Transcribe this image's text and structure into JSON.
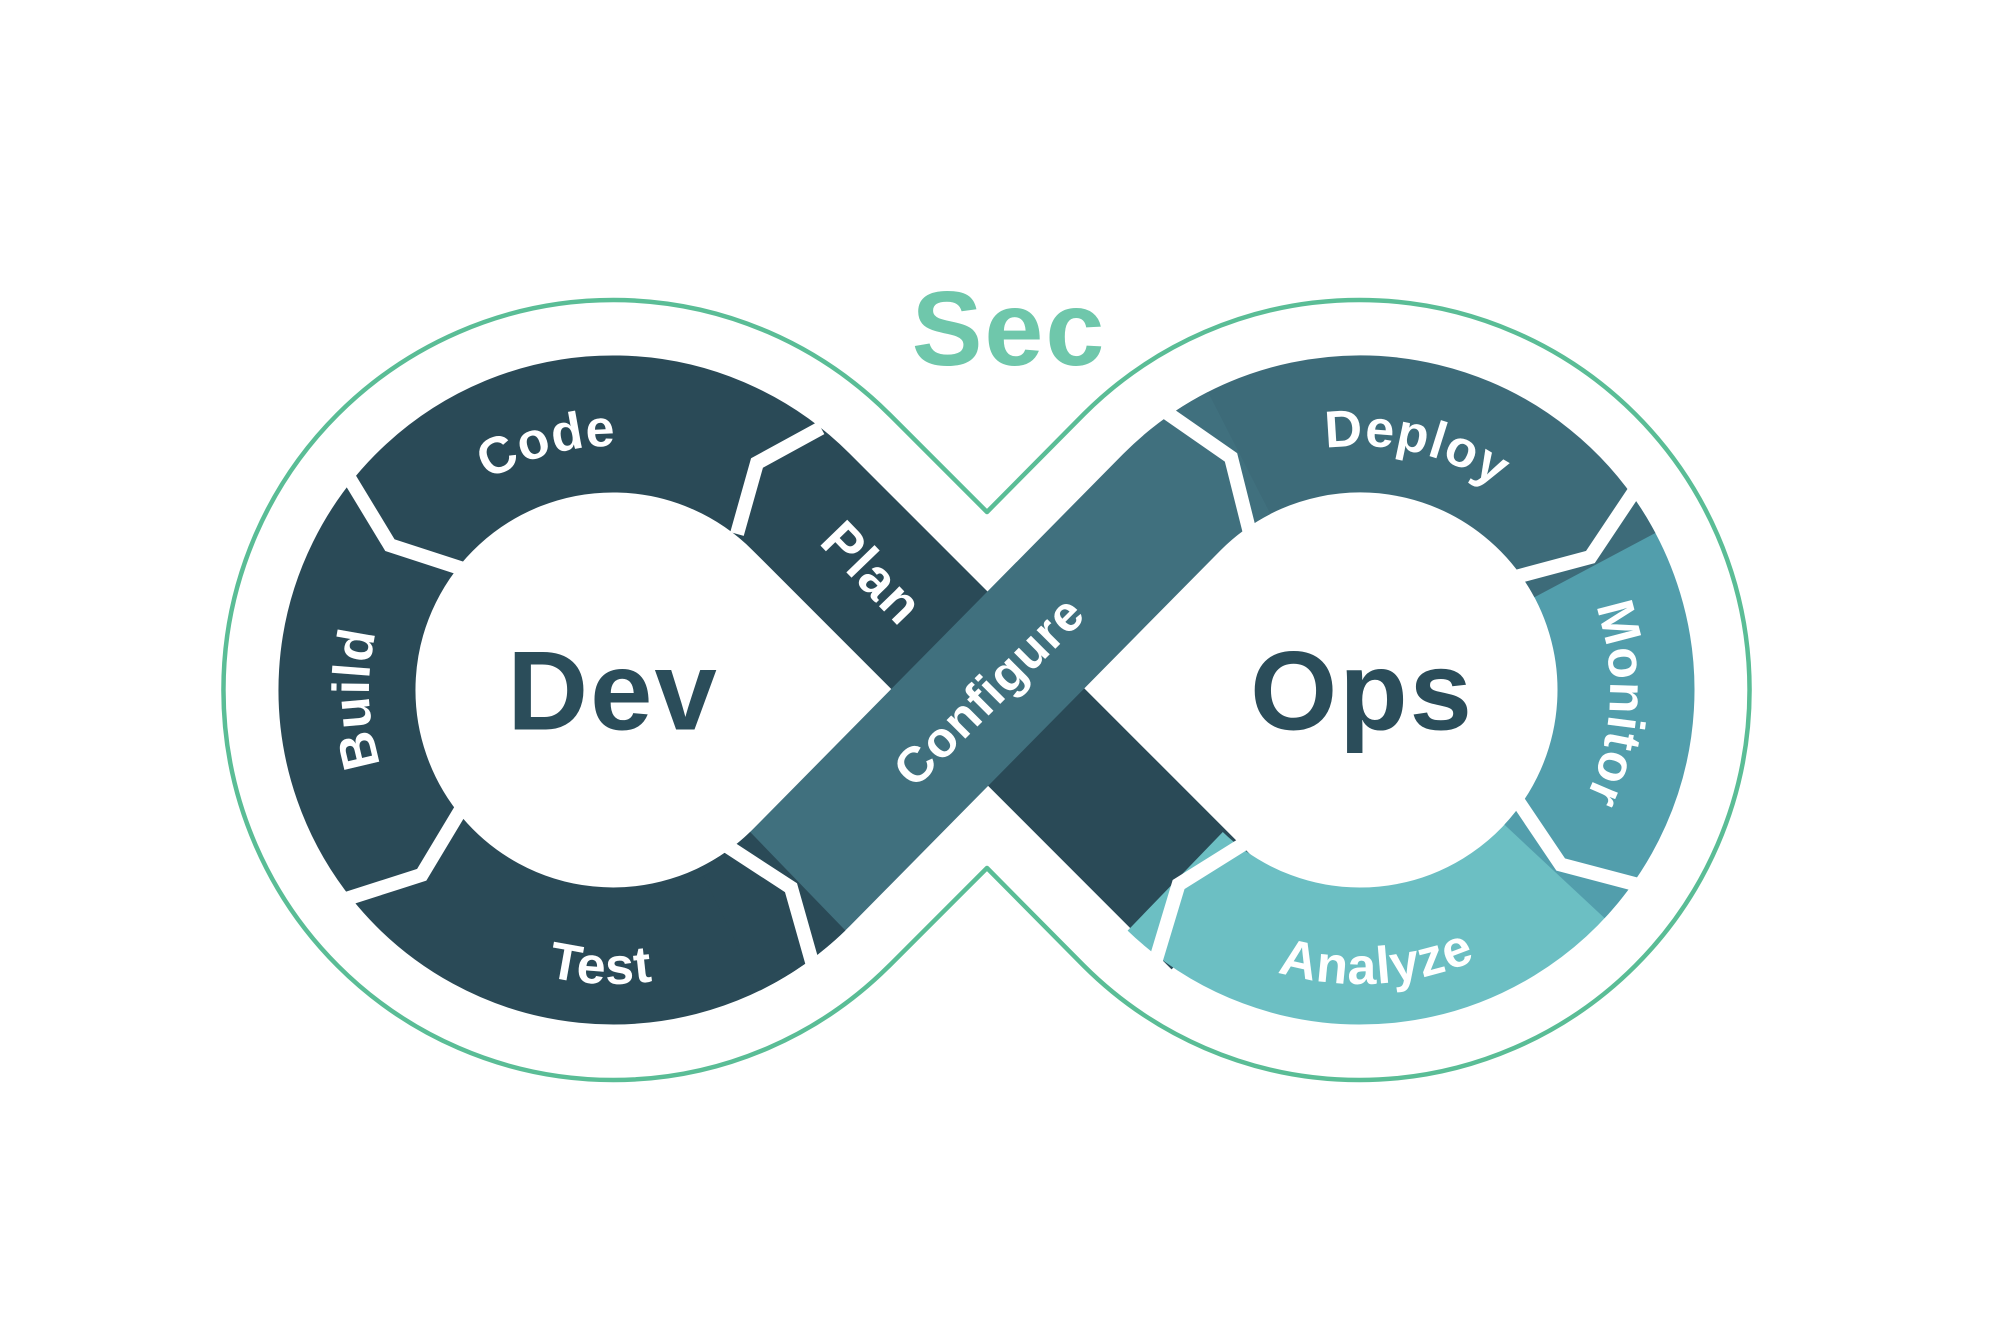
{
  "diagram": {
    "sec_overlay": "Sec",
    "dev_loop": {
      "center": "Dev",
      "plan": "Plan",
      "code": "Code",
      "build": "Build",
      "test": "Test"
    },
    "bridge": {
      "configure": "Configure"
    },
    "ops_loop": {
      "center": "Ops",
      "deploy": "Deploy",
      "monitor": "Monitor",
      "analyze": "Analyze"
    },
    "colors": {
      "dark_teal": "#2A4A57",
      "deploy_teal": "#3D6B79",
      "configure_teal": "#40707E",
      "monitor_teal": "#529EAC",
      "analyze_teal": "#6CBFC3",
      "sec_green": "#6FC7AB",
      "outline_green": "#5ABD96",
      "center_text": "#2B4D5A",
      "separator_white": "#FFFFFF",
      "background": "#FFFFFF"
    }
  }
}
